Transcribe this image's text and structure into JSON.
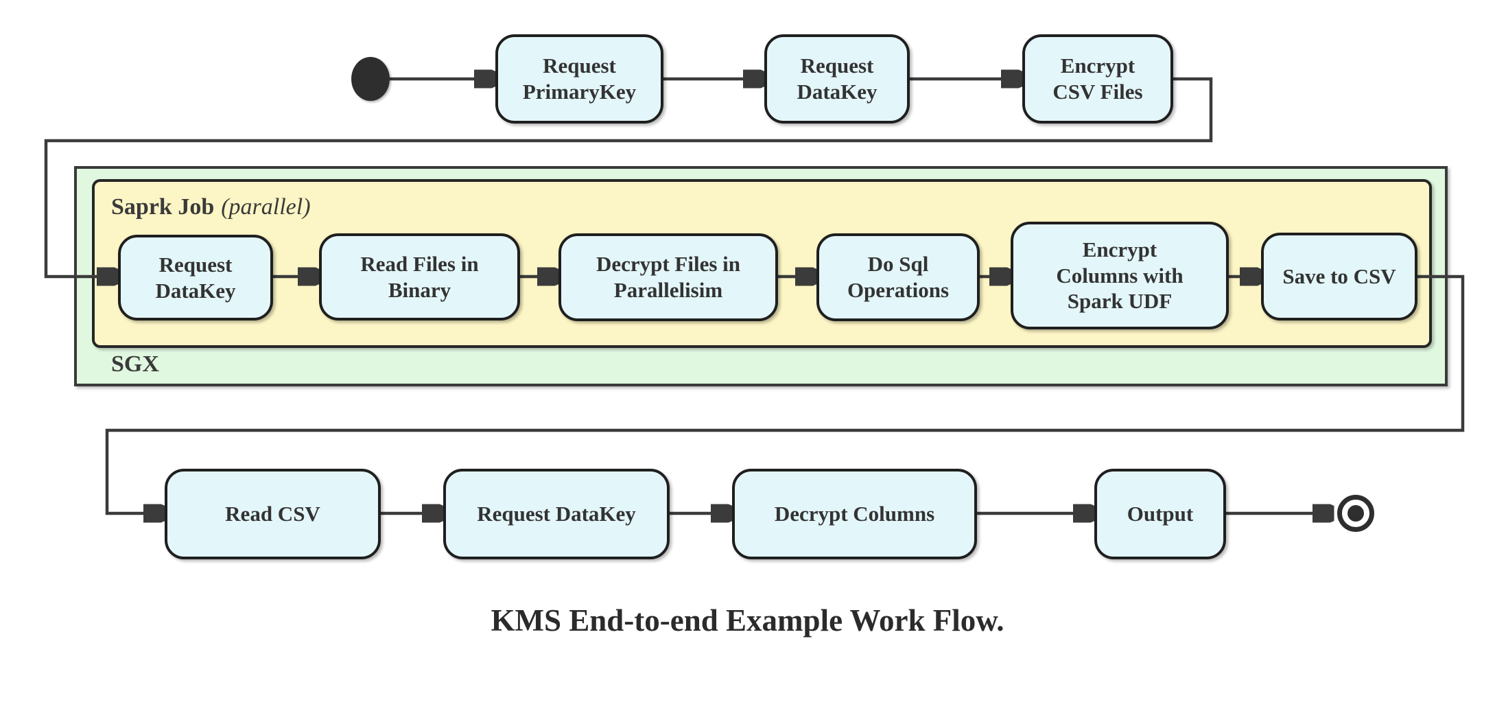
{
  "diagram": {
    "title": "KMS End-to-end Example Work Flow.",
    "groups": {
      "sgx": {
        "label": "SGX"
      },
      "spark": {
        "label": "Saprk Job",
        "annotation": "(parallel)"
      }
    },
    "nodes": {
      "top": [
        {
          "id": "request-primarykey",
          "label": "Request\nPrimaryKey"
        },
        {
          "id": "request-datakey",
          "label": "Request\nDataKey"
        },
        {
          "id": "encrypt-csv-files",
          "label": "Encrypt\nCSV Files"
        }
      ],
      "spark": [
        {
          "id": "request-datakey-sgx",
          "label": "Request\nDataKey"
        },
        {
          "id": "read-files-in-binary",
          "label": "Read Files in\nBinary"
        },
        {
          "id": "decrypt-files",
          "label": "Decrypt Files in\nParallelisim"
        },
        {
          "id": "do-sql-operations",
          "label": "Do Sql\nOperations"
        },
        {
          "id": "encrypt-columns",
          "label": "Encrypt\nColumns with\nSpark UDF"
        },
        {
          "id": "save-to-csv",
          "label": "Save to CSV"
        }
      ],
      "bottom": [
        {
          "id": "read-csv",
          "label": "Read CSV"
        },
        {
          "id": "request-datakey-bottom",
          "label": "Request DataKey"
        },
        {
          "id": "decrypt-columns",
          "label": "Decrypt Columns"
        },
        {
          "id": "output",
          "label": "Output"
        }
      ]
    },
    "markers": {
      "start": "filled-circle",
      "end": "double-circle"
    }
  },
  "colors": {
    "node_fill": "#e3f6f9",
    "node_border": "#1f1f1f",
    "green_fill": "#e0f8e0",
    "yellow_fill": "#fcf5c5",
    "line_color": "#3b3b3b"
  }
}
